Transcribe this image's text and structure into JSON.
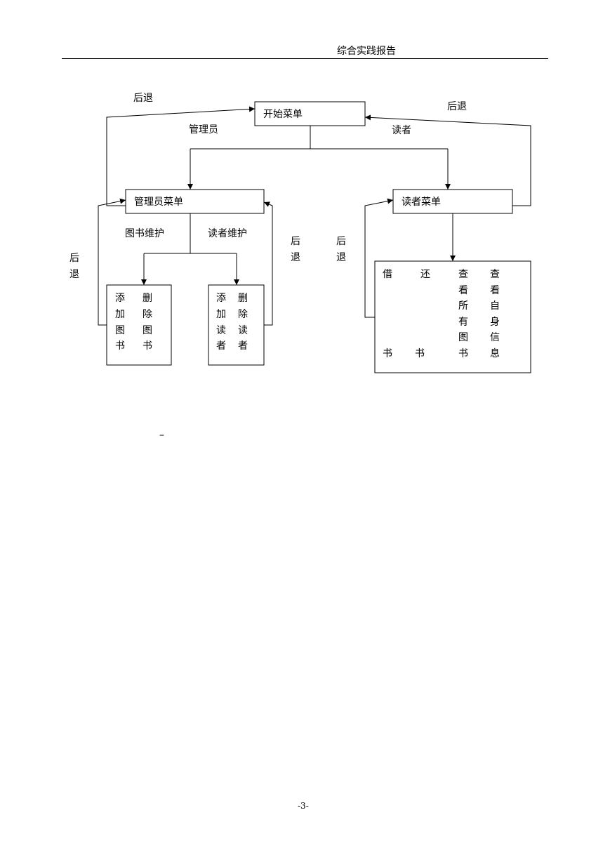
{
  "header": {
    "title": "综合实践报告"
  },
  "diagram": {
    "nodes": {
      "start_menu": "开始菜单",
      "admin_menu": "管理员菜单",
      "reader_menu": "读者菜单"
    },
    "edge_labels": {
      "admin": "管理员",
      "reader": "读者",
      "book_maintenance": "图书维护",
      "reader_maintenance": "读者维护",
      "back": "后退"
    },
    "vertical_back": {
      "top": "后",
      "bottom": "退"
    },
    "book_ops": {
      "col1": [
        "添",
        "加",
        "图",
        "书"
      ],
      "col2": [
        "删",
        "除",
        "图",
        "书"
      ]
    },
    "reader_ops": {
      "col1": [
        "添",
        "加",
        "读",
        "者"
      ],
      "col2": [
        "删",
        "除",
        "读",
        "者"
      ]
    },
    "reader_functions": {
      "borrow": [
        "借",
        "书"
      ],
      "return": [
        "还",
        "书"
      ],
      "view_all": [
        "查",
        "看",
        "所",
        "有",
        "图",
        "书"
      ],
      "view_self": [
        "查",
        "看",
        "自",
        "身",
        "信",
        "息"
      ]
    }
  },
  "stray_mark": "–",
  "footer": {
    "page_number": "-3-"
  }
}
